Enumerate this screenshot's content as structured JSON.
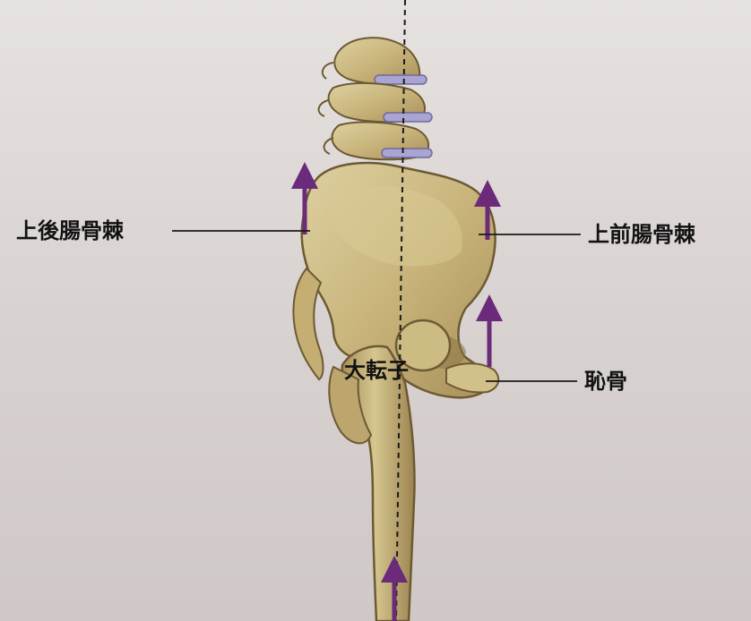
{
  "labels": {
    "posterior_superior_iliac_spine": "上後腸骨棘",
    "anterior_superior_iliac_spine": "上前腸骨棘",
    "greater_trochanter": "大転子",
    "pubis": "恥骨"
  },
  "colors": {
    "bone_fill": "#c9b57c",
    "bone_shadow": "#9a8552",
    "bone_outline": "#6d5a33",
    "disc": "#a9a4d2",
    "arrow": "#6b2a7a",
    "label_text": "#121212",
    "background_text": "#8c7280"
  }
}
